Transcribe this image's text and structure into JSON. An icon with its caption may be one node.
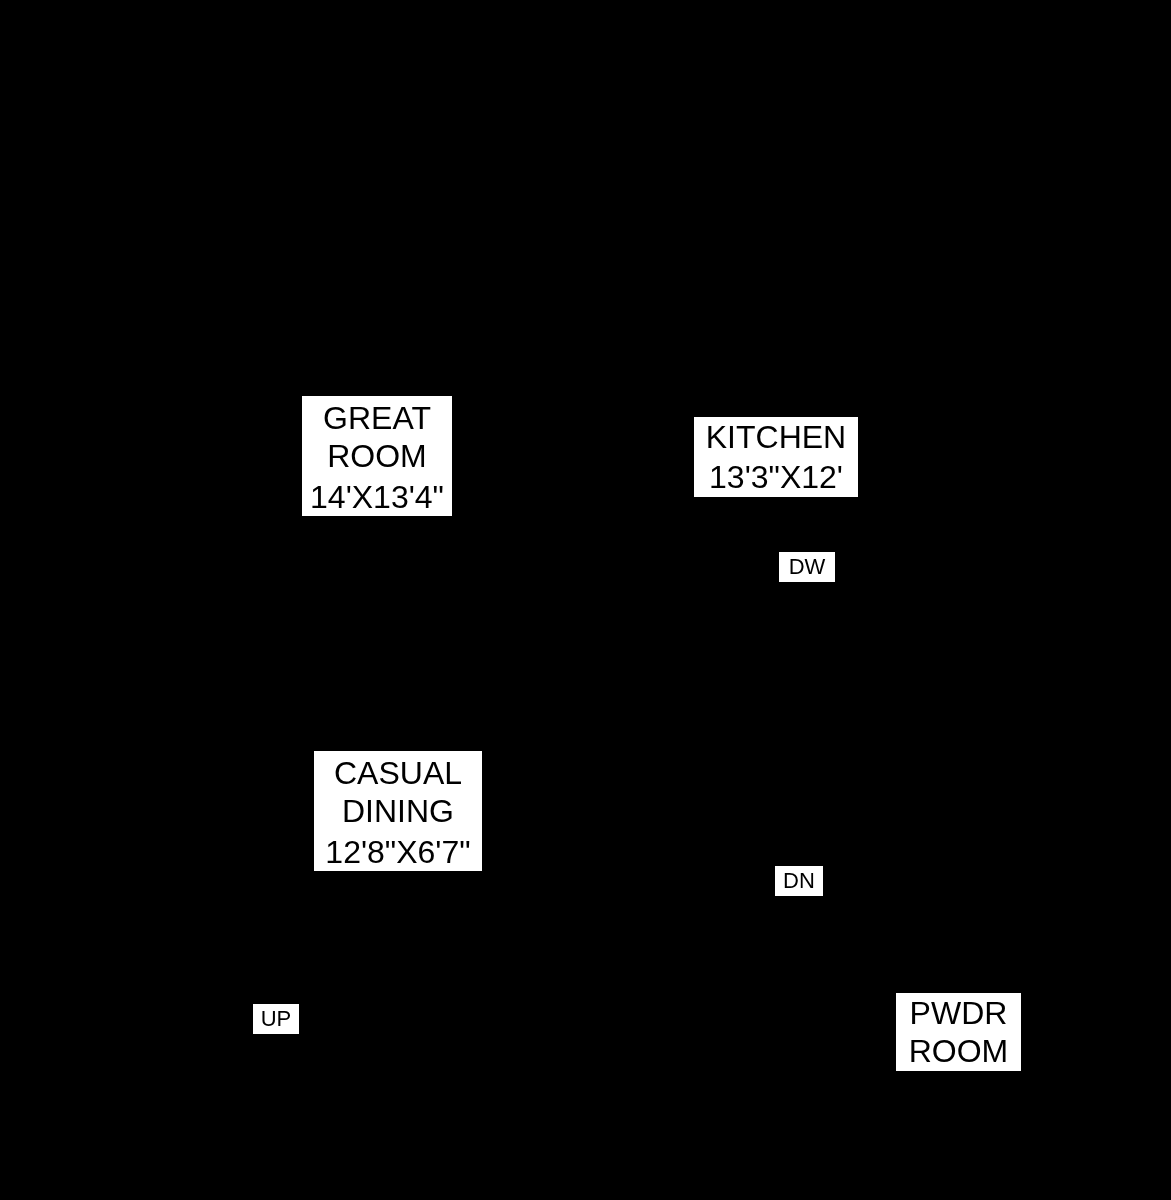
{
  "diagram": {
    "labels": [
      "GREAT ROOM",
      "14'X13'4\"",
      "KITCHEN",
      "13'3\"X12'",
      "DW",
      "CASUAL DINING",
      "12'8\"X6'7\"",
      "DN",
      "UP",
      "PWDR ROOM"
    ]
  }
}
